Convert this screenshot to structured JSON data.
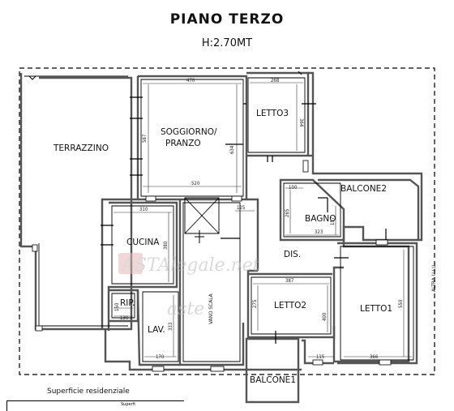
{
  "header": {
    "title": "PIANO TERZO",
    "height": "H:2.70MT"
  },
  "rooms": {
    "terrazzino": "TERRAZZINO",
    "soggiorno_1": "SOGGIORNO/",
    "soggiorno_2": "PRANZO",
    "letto3": "LETTO3",
    "balcone2": "BALCONE2",
    "bagno": "BAGNO",
    "cucina": "CUCINA",
    "dis": "DIS.",
    "rip": "RIP.",
    "lav": "LAV.",
    "vano_scala": "VANO SCALA",
    "letto2": "LETTO2",
    "letto1": "LETTO1",
    "balcone1": "BALCONE1",
    "altra_uiu": "ALTRA U.I.U."
  },
  "dimensions": {
    "d470": "470",
    "d268": "268",
    "d364": "364",
    "d587": "587",
    "d634": "634",
    "d520": "520",
    "d100": "100",
    "d265": "265",
    "d157": "157",
    "d323": "323",
    "d310": "310",
    "d125": "125",
    "d380": "380",
    "d387": "387",
    "d275": "275",
    "d400": "400",
    "d550": "550",
    "d150": "150",
    "d130": "130",
    "d333": "333",
    "d170": "170",
    "d115": "115",
    "d366": "366"
  },
  "watermark": {
    "logo": "ASTAlegale.net",
    "sub": "aste"
  },
  "footer": {
    "label": "Superficie residenziale",
    "cell": "Superfi"
  }
}
